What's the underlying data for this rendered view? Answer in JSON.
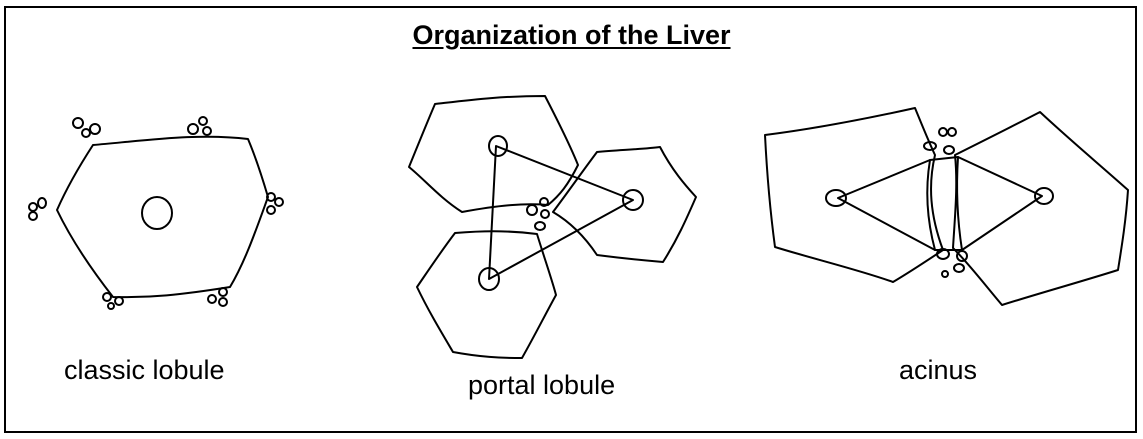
{
  "title": "Organization of the Liver",
  "panels": [
    {
      "label": "classic lobule"
    },
    {
      "label": "portal lobule"
    },
    {
      "label": "acinus"
    }
  ]
}
